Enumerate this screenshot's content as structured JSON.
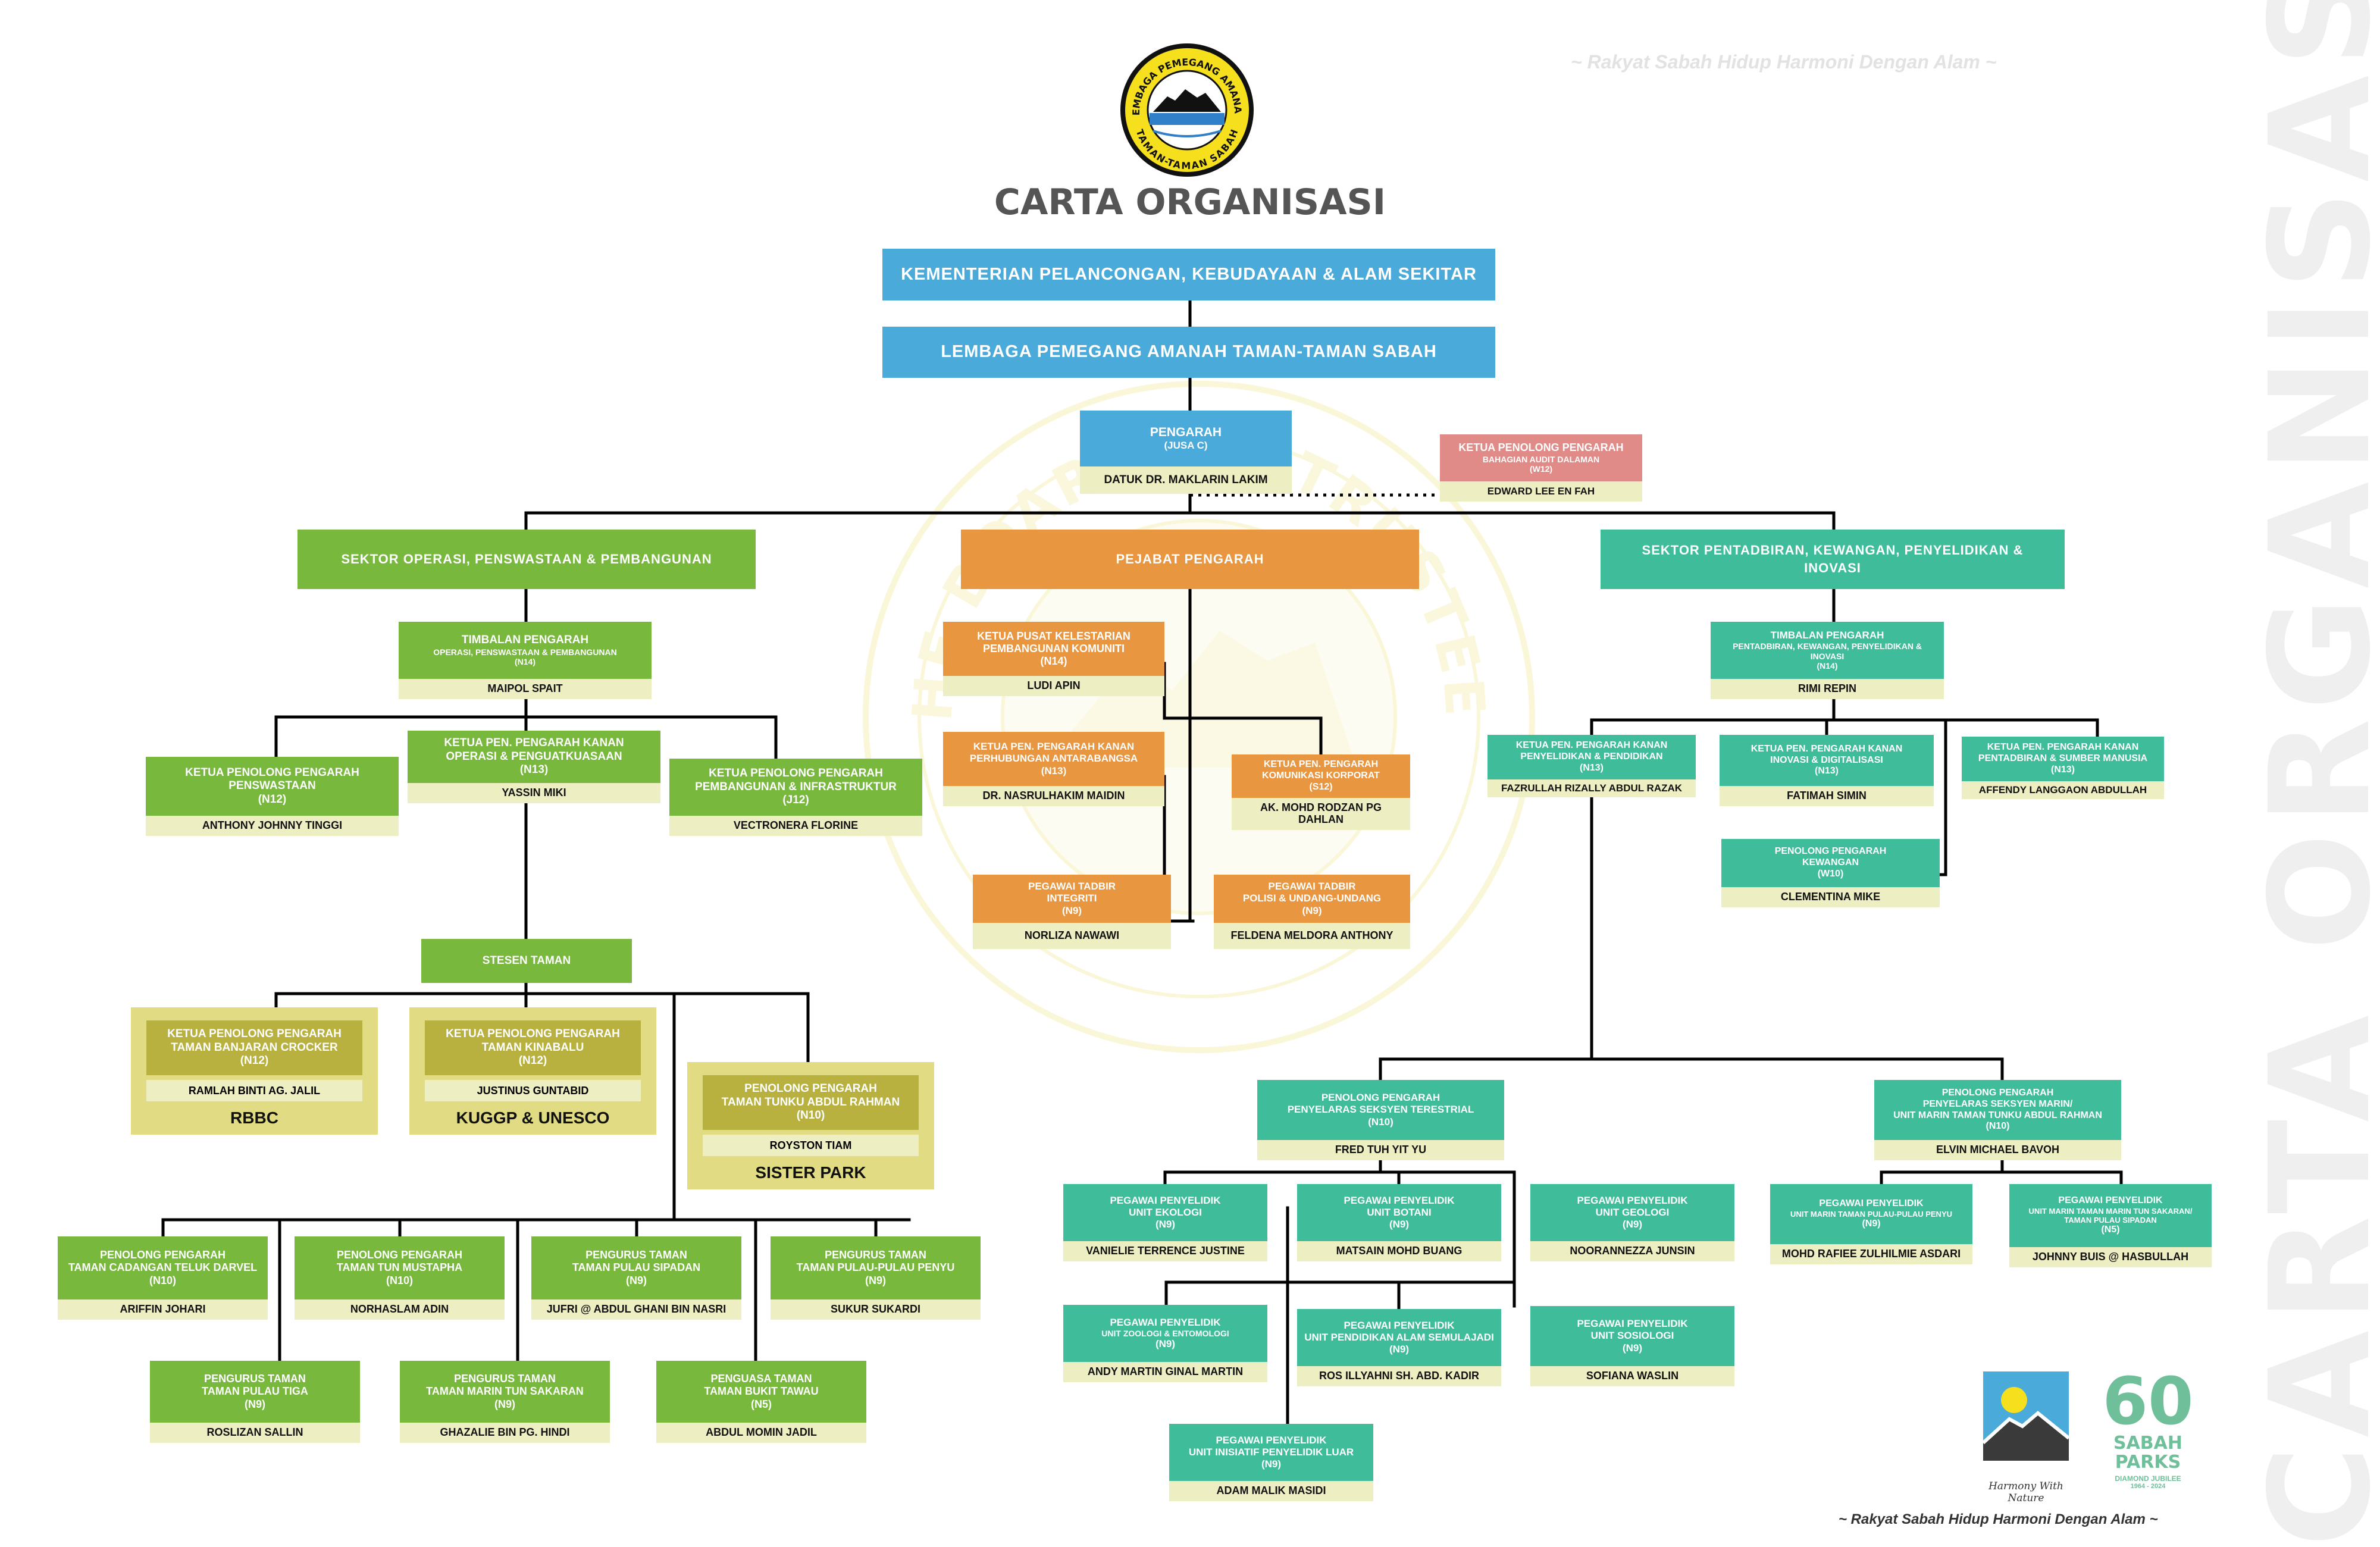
{
  "logo": {
    "ring_top": "LEMBAGA PEMEGANG AMANAH",
    "ring_bottom": "TAMAN-TAMAN SABAH"
  },
  "background_seal_text": "THE BOARD OF TRUSTEES",
  "title": "CARTA ORGANISASI",
  "watermark": "CARTA ORGANISASI",
  "tagline": "~ Rakyat Sabah Hidup Harmoni Dengan Alam ~",
  "footer": {
    "brand_caption": "Harmony With Nature",
    "sabah_parks_60": "60",
    "sabah_parks": "SABAH PARKS",
    "sabah_parks_sub": "DIAMOND JUBILEE",
    "sabah_parks_years": "1964 - 2024"
  },
  "colors": {
    "blue": "#4aabdb",
    "pink": "#e08b87",
    "green": "#77b83d",
    "orange": "#e89640",
    "teal": "#3fbc9a",
    "olive": "#b8b13f",
    "olive_panel": "#e1dc83",
    "name_bar": "#eeeec3",
    "line": "#000000"
  },
  "header": {
    "ministry": "KEMENTERIAN PELANCONGAN, KEBUDAYAAN & ALAM SEKITAR",
    "board": "LEMBAGA PEMEGANG AMANAH  TAMAN-TAMAN SABAH"
  },
  "director": {
    "title": "PENGARAH",
    "grade": "(JUSA C)",
    "name": "DATUK DR. MAKLARIN LAKIM"
  },
  "audit": {
    "title": "KETUA PENOLONG PENGARAH",
    "unit": "BAHAGIAN AUDIT DALAMAN",
    "grade": "(W12)",
    "name": "EDWARD LEE EN FAH"
  },
  "sectors": {
    "ops": "SEKTOR OPERASI, PENSWASTAAN & PEMBANGUNAN",
    "office": "PEJABAT PENGARAH",
    "admin": "SEKTOR PENTADBIRAN, KEWANGAN, PENYELIDIKAN & INOVASI"
  },
  "ops": {
    "deputy": {
      "title": "TIMBALAN PENGARAH",
      "unit": "OPERASI, PENSWASTAAN & PEMBANGUNAN",
      "grade": "(N14)",
      "name": "MAIPOL SPAIT"
    },
    "privatisation": {
      "title": "KETUA PENOLONG PENGARAH",
      "unit": "PENSWASTAAN",
      "grade": "(N12)",
      "name": "ANTHONY JOHNNY TINGGI"
    },
    "operations": {
      "title": "KETUA PEN. PENGARAH KANAN",
      "unit": "OPERASI & PENGUATKUASAAN",
      "grade": "(N13)",
      "name": "YASSIN MIKI"
    },
    "development": {
      "title": "KETUA PENOLONG PENGARAH",
      "unit": "PEMBANGUNAN & INFRASTRUKTUR",
      "grade": "(J12)",
      "name": "VECTRONERA FLORINE"
    },
    "stations": "STESEN  TAMAN",
    "crocker": {
      "title": "KETUA PENOLONG PENGARAH",
      "unit": "TAMAN BANJARAN CROCKER",
      "grade": "(N12)",
      "name": "RAMLAH BINTI AG. JALIL",
      "label": "RBBC"
    },
    "kinabalu": {
      "title": "KETUA PENOLONG PENGARAH",
      "unit": "TAMAN KINABALU",
      "grade": "(N12)",
      "name": "JUSTINUS GUNTABID",
      "label": "KUGGP & UNESCO"
    },
    "tar": {
      "title": "PENOLONG PENGARAH",
      "unit": "TAMAN TUNKU ABDUL RAHMAN",
      "grade": "(N10)",
      "name": "ROYSTON TIAM",
      "label": "SISTER PARK"
    },
    "darvel": {
      "title": "PENOLONG PENGARAH",
      "unit": "TAMAN CADANGAN TELUK DARVEL",
      "grade": "(N10)",
      "name": "ARIFFIN JOHARI"
    },
    "mustapha": {
      "title": "PENOLONG PENGARAH",
      "unit": "TAMAN TUN MUSTAPHA",
      "grade": "(N10)",
      "name": "NORHASLAM ADIN"
    },
    "sipadan": {
      "title": "PENGURUS TAMAN",
      "unit": "TAMAN PULAU SIPADAN",
      "grade": "(N9)",
      "name": "JUFRI @ ABDUL GHANI BIN NASRI"
    },
    "penyu": {
      "title": "PENGURUS TAMAN",
      "unit": "TAMAN PULAU-PULAU PENYU",
      "grade": "(N9)",
      "name": "SUKUR SUKARDI"
    },
    "tiga": {
      "title": "PENGURUS TAMAN",
      "unit": "TAMAN PULAU TIGA",
      "grade": "(N9)",
      "name": "ROSLIZAN SALLIN"
    },
    "sakaran": {
      "title": "PENGURUS TAMAN",
      "unit": "TAMAN MARIN TUN SAKARAN",
      "grade": "(N9)",
      "name": "GHAZALIE BIN PG. HINDI"
    },
    "tawau": {
      "title": "PENGUASA TAMAN",
      "unit": "TAMAN BUKIT TAWAU",
      "grade": "(N5)",
      "name": "ABDUL MOMIN JADIL"
    }
  },
  "office": {
    "community": {
      "title": "KETUA PUSAT KELESTARIAN",
      "unit": "PEMBANGUNAN KOMUNITI",
      "grade": "(N14)",
      "name": "LUDI APIN"
    },
    "international": {
      "title": "KETUA PEN. PENGARAH KANAN",
      "unit": "PERHUBUNGAN ANTARABANGSA",
      "grade": "(N13)",
      "name": "DR. NASRULHAKIM MAIDIN"
    },
    "corporate": {
      "title": "KETUA PEN. PENGARAH",
      "unit": "KOMUNIKASI KORPORAT",
      "grade": "(S12)",
      "name": "AK. MOHD RODZAN PG DAHLAN"
    },
    "integrity": {
      "title": "PEGAWAI TADBIR",
      "unit": "INTEGRITI",
      "grade": "(N9)",
      "name": "NORLIZA NAWAWI"
    },
    "policy": {
      "title": "PEGAWAI TADBIR",
      "unit": "POLISI & UNDANG-UNDANG",
      "grade": "(N9)",
      "name": "FELDENA MELDORA ANTHONY"
    }
  },
  "admin": {
    "deputy": {
      "title": "TIMBALAN PENGARAH",
      "unit": "PENTADBIRAN, KEWANGAN, PENYELIDIKAN & INOVASI",
      "grade": "(N14)",
      "name": "RIMI REPIN"
    },
    "research": {
      "title": "KETUA PEN. PENGARAH KANAN",
      "unit": "PENYELIDIKAN & PENDIDIKAN",
      "grade": "(N13)",
      "name": "FAZRULLAH RIZALLY ABDUL RAZAK"
    },
    "innovation": {
      "title": "KETUA PEN. PENGARAH KANAN",
      "unit": "INOVASI & DIGITALISASI",
      "grade": "(N13)",
      "name": "FATIMAH SIMIN"
    },
    "hr": {
      "title": "KETUA PEN. PENGARAH KANAN",
      "unit": "PENTADBIRAN & SUMBER MANUSIA",
      "grade": "(N13)",
      "name": "AFFENDY LANGGAON ABDULLAH"
    },
    "finance": {
      "title": "PENOLONG PENGARAH",
      "unit": "KEWANGAN",
      "grade": "(W10)",
      "name": "CLEMENTINA MIKE"
    },
    "terrestrial": {
      "title": "PENOLONG PENGARAH",
      "unit": "PENYELARAS SEKSYEN TERESTRIAL",
      "grade": "(N10)",
      "name": "FRED TUH YIT YU"
    },
    "marine": {
      "title": "PENOLONG PENGARAH",
      "unit": "PENYELARAS SEKSYEN MARIN/",
      "unit2": "UNIT MARIN TAMAN TUNKU ABDUL RAHMAN",
      "grade": "(N10)",
      "name": "ELVIN MICHAEL BAVOH"
    },
    "ecology": {
      "title": "PEGAWAI PENYELIDIK",
      "unit": "UNIT EKOLOGI",
      "grade": "(N9)",
      "name": "VANIELIE TERRENCE JUSTINE"
    },
    "botany": {
      "title": "PEGAWAI PENYELIDIK",
      "unit": "UNIT BOTANI",
      "grade": "(N9)",
      "name": "MATSAIN MOHD BUANG"
    },
    "geology": {
      "title": "PEGAWAI PENYELIDIK",
      "unit": "UNIT GEOLOGI",
      "grade": "(N9)",
      "name": "NOORANNEZZA JUNSIN"
    },
    "zoology": {
      "title": "PEGAWAI PENYELIDIK",
      "unit": "UNIT ZOOLOGI & ENTOMOLOGI",
      "grade": "(N9)",
      "name": "ANDY MARTIN GINAL MARTIN"
    },
    "education": {
      "title": "PEGAWAI PENYELIDIK",
      "unit": "UNIT PENDIDIKAN ALAM SEMULAJADI",
      "grade": "(N9)",
      "name": "ROS ILLYAHNI SH. ABD. KADIR"
    },
    "sociology": {
      "title": "PEGAWAI PENYELIDIK",
      "unit": "UNIT SOSIOLOGI",
      "grade": "(N9)",
      "name": "SOFIANA WASLIN"
    },
    "initiative": {
      "title": "PEGAWAI PENYELIDIK",
      "unit": "UNIT INISIATIF PENYELIDIK LUAR",
      "grade": "(N9)",
      "name": "ADAM MALIK MASIDI"
    },
    "pulau_penyu": {
      "title": "PEGAWAI PENYELIDIK",
      "unit": "UNIT MARIN TAMAN PULAU-PULAU PENYU",
      "grade": "(N9)",
      "name": "MOHD RAFIEE ZULHILMIE ASDARI"
    },
    "sakaran_sipadan": {
      "title": "PEGAWAI PENYELIDIK",
      "unit": "UNIT MARIN TAMAN MARIN TUN SAKARAN/",
      "unit2": "TAMAN PULAU SIPADAN",
      "grade": "(N5)",
      "name": "JOHNNY BUIS @ HASBULLAH"
    }
  }
}
